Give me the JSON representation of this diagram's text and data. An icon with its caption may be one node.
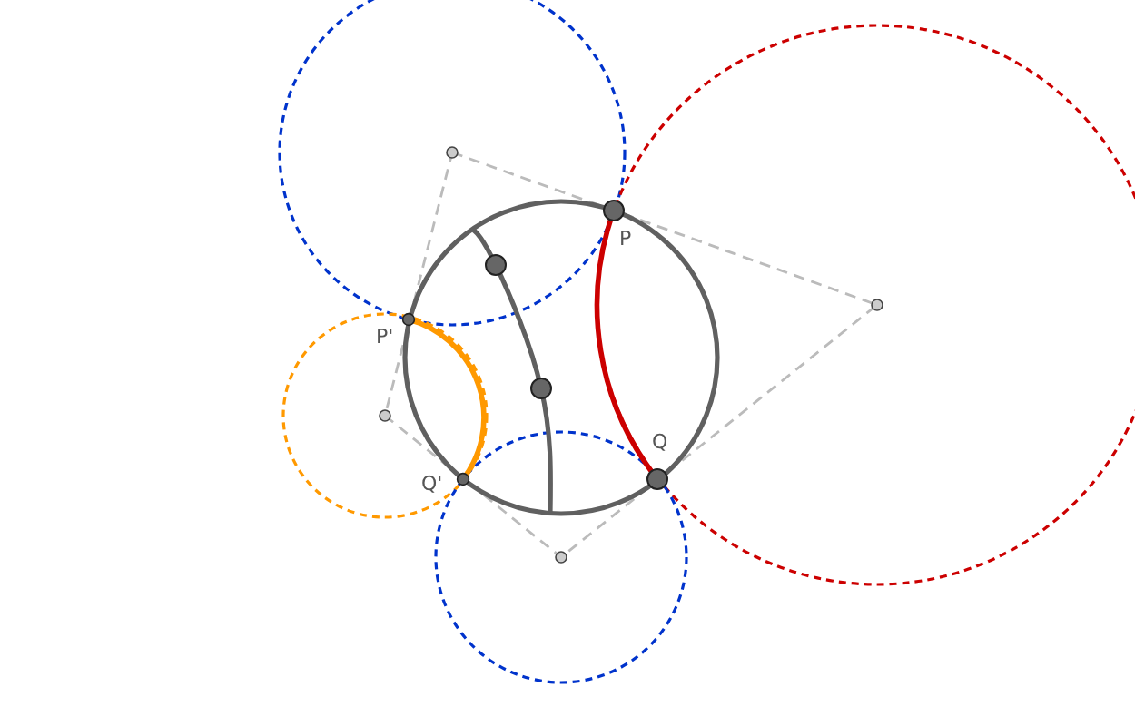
{
  "diagram": {
    "labels": [
      "P",
      "P'",
      "Q",
      "Q'"
    ]
  }
}
